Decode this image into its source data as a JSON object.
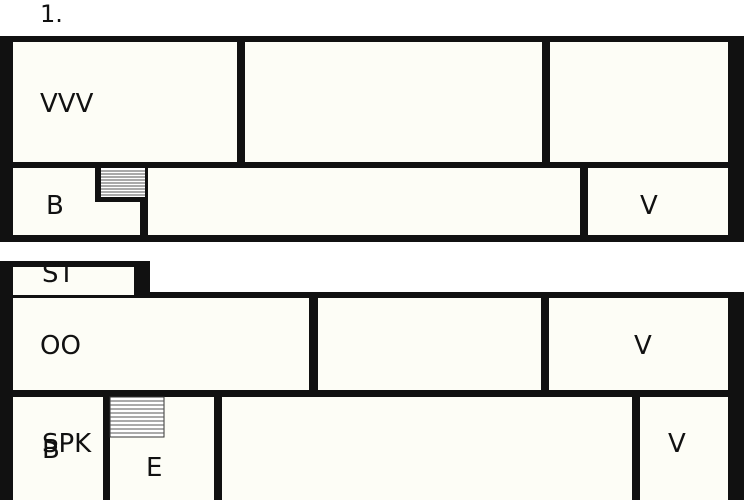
{
  "plan": {
    "title": "1.",
    "block_a": {
      "rooms": [
        {
          "id": "a1",
          "label": "VVV"
        },
        {
          "id": "a2",
          "label": ""
        },
        {
          "id": "a3",
          "label": ""
        },
        {
          "id": "a4",
          "label": "B"
        },
        {
          "id": "a5",
          "label": ""
        },
        {
          "id": "a6",
          "label": "V"
        }
      ]
    },
    "block_b": {
      "rooms": [
        {
          "id": "b0",
          "label": "ST"
        },
        {
          "id": "b1",
          "label": "OO"
        },
        {
          "id": "b2",
          "label": ""
        },
        {
          "id": "b3",
          "label": "V"
        },
        {
          "id": "b4a",
          "label": "B"
        },
        {
          "id": "b4b",
          "label": "SPK"
        },
        {
          "id": "b4c",
          "label": "E"
        },
        {
          "id": "b6",
          "label": "V"
        }
      ]
    }
  }
}
